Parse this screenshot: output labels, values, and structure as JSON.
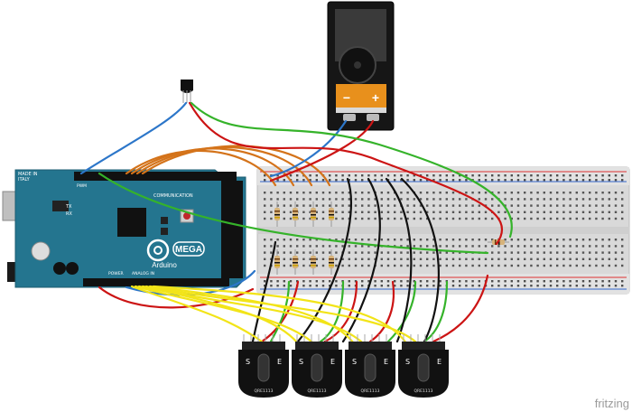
{
  "watermark": "fritzing",
  "arduino": {
    "brand": "Arduino",
    "model": "MEGA",
    "made_in_1": "MADE IN",
    "made_in_2": "ITALY",
    "label_communication": "COMMUNICATION",
    "label_power": "POWER",
    "label_analog_in": "ANALOG IN",
    "label_tx": "TX",
    "label_rx": "RX",
    "label_pwm": "PWM"
  },
  "battery": {
    "minus": "−",
    "plus": "+"
  },
  "sensors": [
    {
      "pin_left": "S",
      "pin_right": "E",
      "part": "QRE1113"
    },
    {
      "pin_left": "S",
      "pin_right": "E",
      "part": "QRE1113"
    },
    {
      "pin_left": "S",
      "pin_right": "E",
      "part": "QRE1113"
    },
    {
      "pin_left": "S",
      "pin_right": "E",
      "part": "QRE1113"
    }
  ],
  "colors": {
    "board": "#24758f",
    "breadboard": "#dcdcdc",
    "wire_red": "#cc1414",
    "wire_blue": "#2c76c9",
    "wire_green": "#35b32a",
    "wire_orange": "#d4731a",
    "wire_black": "#111111",
    "wire_yellow": "#f2e418",
    "battery": "#e8901c"
  }
}
